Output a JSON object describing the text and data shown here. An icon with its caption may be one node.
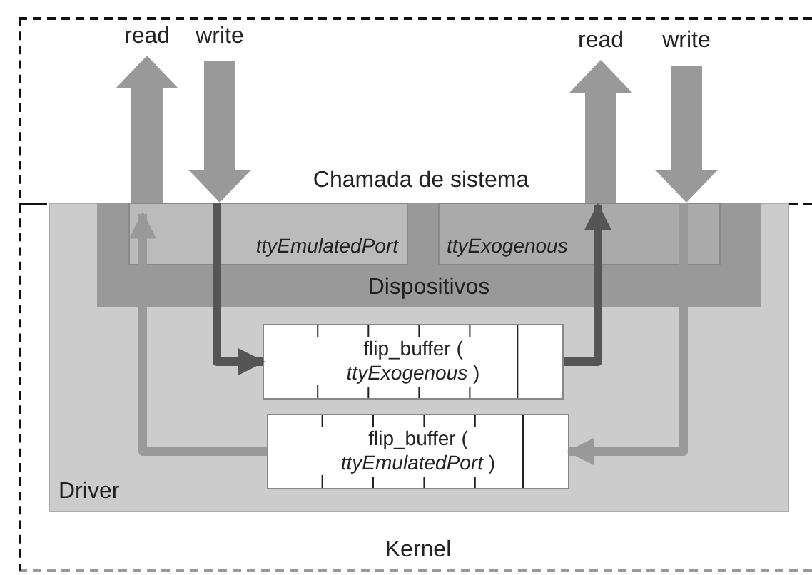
{
  "diagram": {
    "nodes": [
      {
        "text": [
          "Kernel"
        ]
      },
      {
        "text": [
          "Driver"
        ],
        "in": 0
      },
      {
        "text": [
          "Dispositivos"
        ],
        "in": 1
      },
      {
        "text": [
          "*ttyEmulatedPort*"
        ],
        "in": 2
      },
      {
        "text": [
          "*ttyExogenous*"
        ],
        "in": 2
      },
      {
        "text": [
          "flip_buffer ( *ttyExogenous* )"
        ],
        "in": 1
      },
      {
        "text": [
          "flip_buffer ( *ttyEmulatedPort* )"
        ],
        "in": 1
      },
      {
        "text": [
          "read"
        ],
        "in": 0
      },
      {
        "text": [
          "write"
        ],
        "in": 0
      },
      {
        "text": [
          "read"
        ],
        "in": 0
      },
      {
        "text": [
          "write"
        ],
        "in": 0
      }
    ],
    "edges": [
      {
        "from": 3,
        "to": 7,
        "arrow": "to",
        "style": "thick"
      },
      {
        "from": 8,
        "to": 3,
        "arrow": "to",
        "style": "thick"
      },
      {
        "from": 4,
        "to": 9,
        "arrow": "to",
        "style": "thick"
      },
      {
        "from": 10,
        "to": 4,
        "arrow": "to",
        "style": "thick"
      },
      {
        "from": 3,
        "to": 5,
        "arrow": "to",
        "color": "#555555"
      },
      {
        "from": 5,
        "to": 4,
        "arrow": "to",
        "color": "#555555"
      },
      {
        "from": 4,
        "to": 6,
        "arrow": "to"
      },
      {
        "from": 6,
        "to": 3,
        "arrow": "to"
      }
    ],
    "labels": [
      "Chamada de sistema"
    ]
  }
}
